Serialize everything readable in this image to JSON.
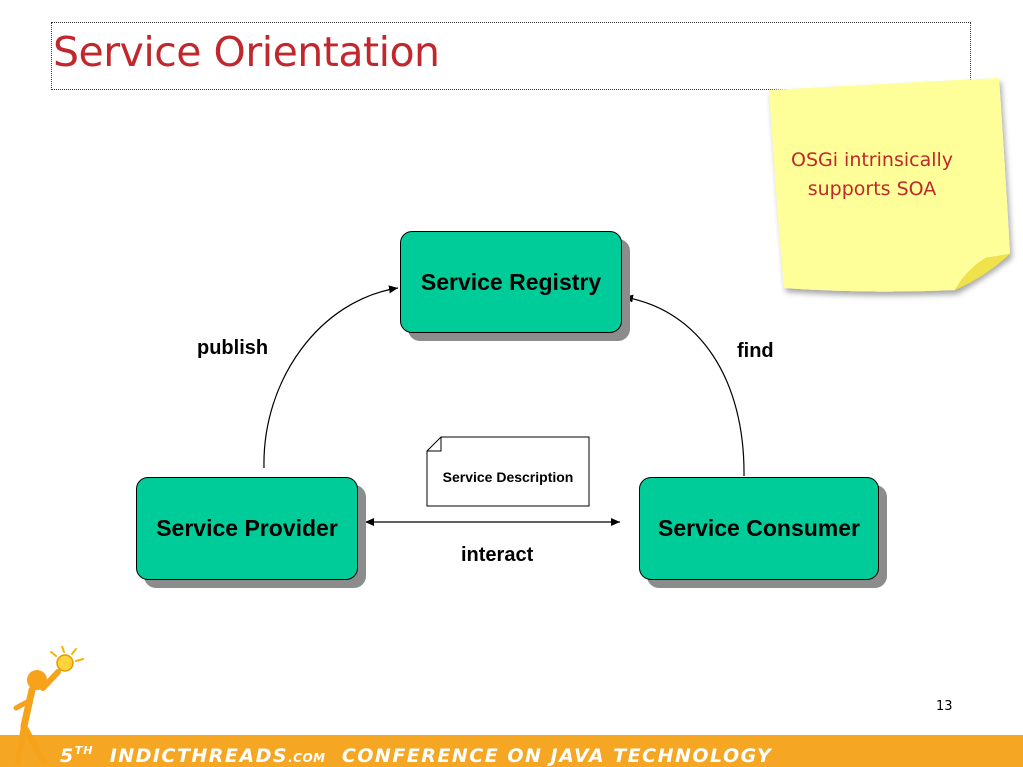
{
  "slide": {
    "title": "Service Orientation",
    "page_number": "13"
  },
  "sticky_note": {
    "line1": "OSGi intrinsically",
    "line2": "supports SOA"
  },
  "diagram": {
    "nodes": {
      "registry": "Service Registry",
      "provider": "Service Provider",
      "consumer": "Service Consumer"
    },
    "edges": {
      "publish": "publish",
      "find": "find",
      "interact": "interact"
    },
    "document": "Service Description"
  },
  "footer": {
    "number": "5",
    "ordinal": "TH",
    "brand": "INDICTHREADS",
    "brand_suffix": ".COM",
    "rest": "CONFERENCE ON JAVA TECHNOLOGY"
  },
  "colors": {
    "title": "#c0282e",
    "node_fill": "#00cc99",
    "sticky_fill": "#ffff99",
    "footer_bar": "#f5a623"
  },
  "icons": {
    "mascot": "stick-figure-holding-lightbulb-icon"
  }
}
